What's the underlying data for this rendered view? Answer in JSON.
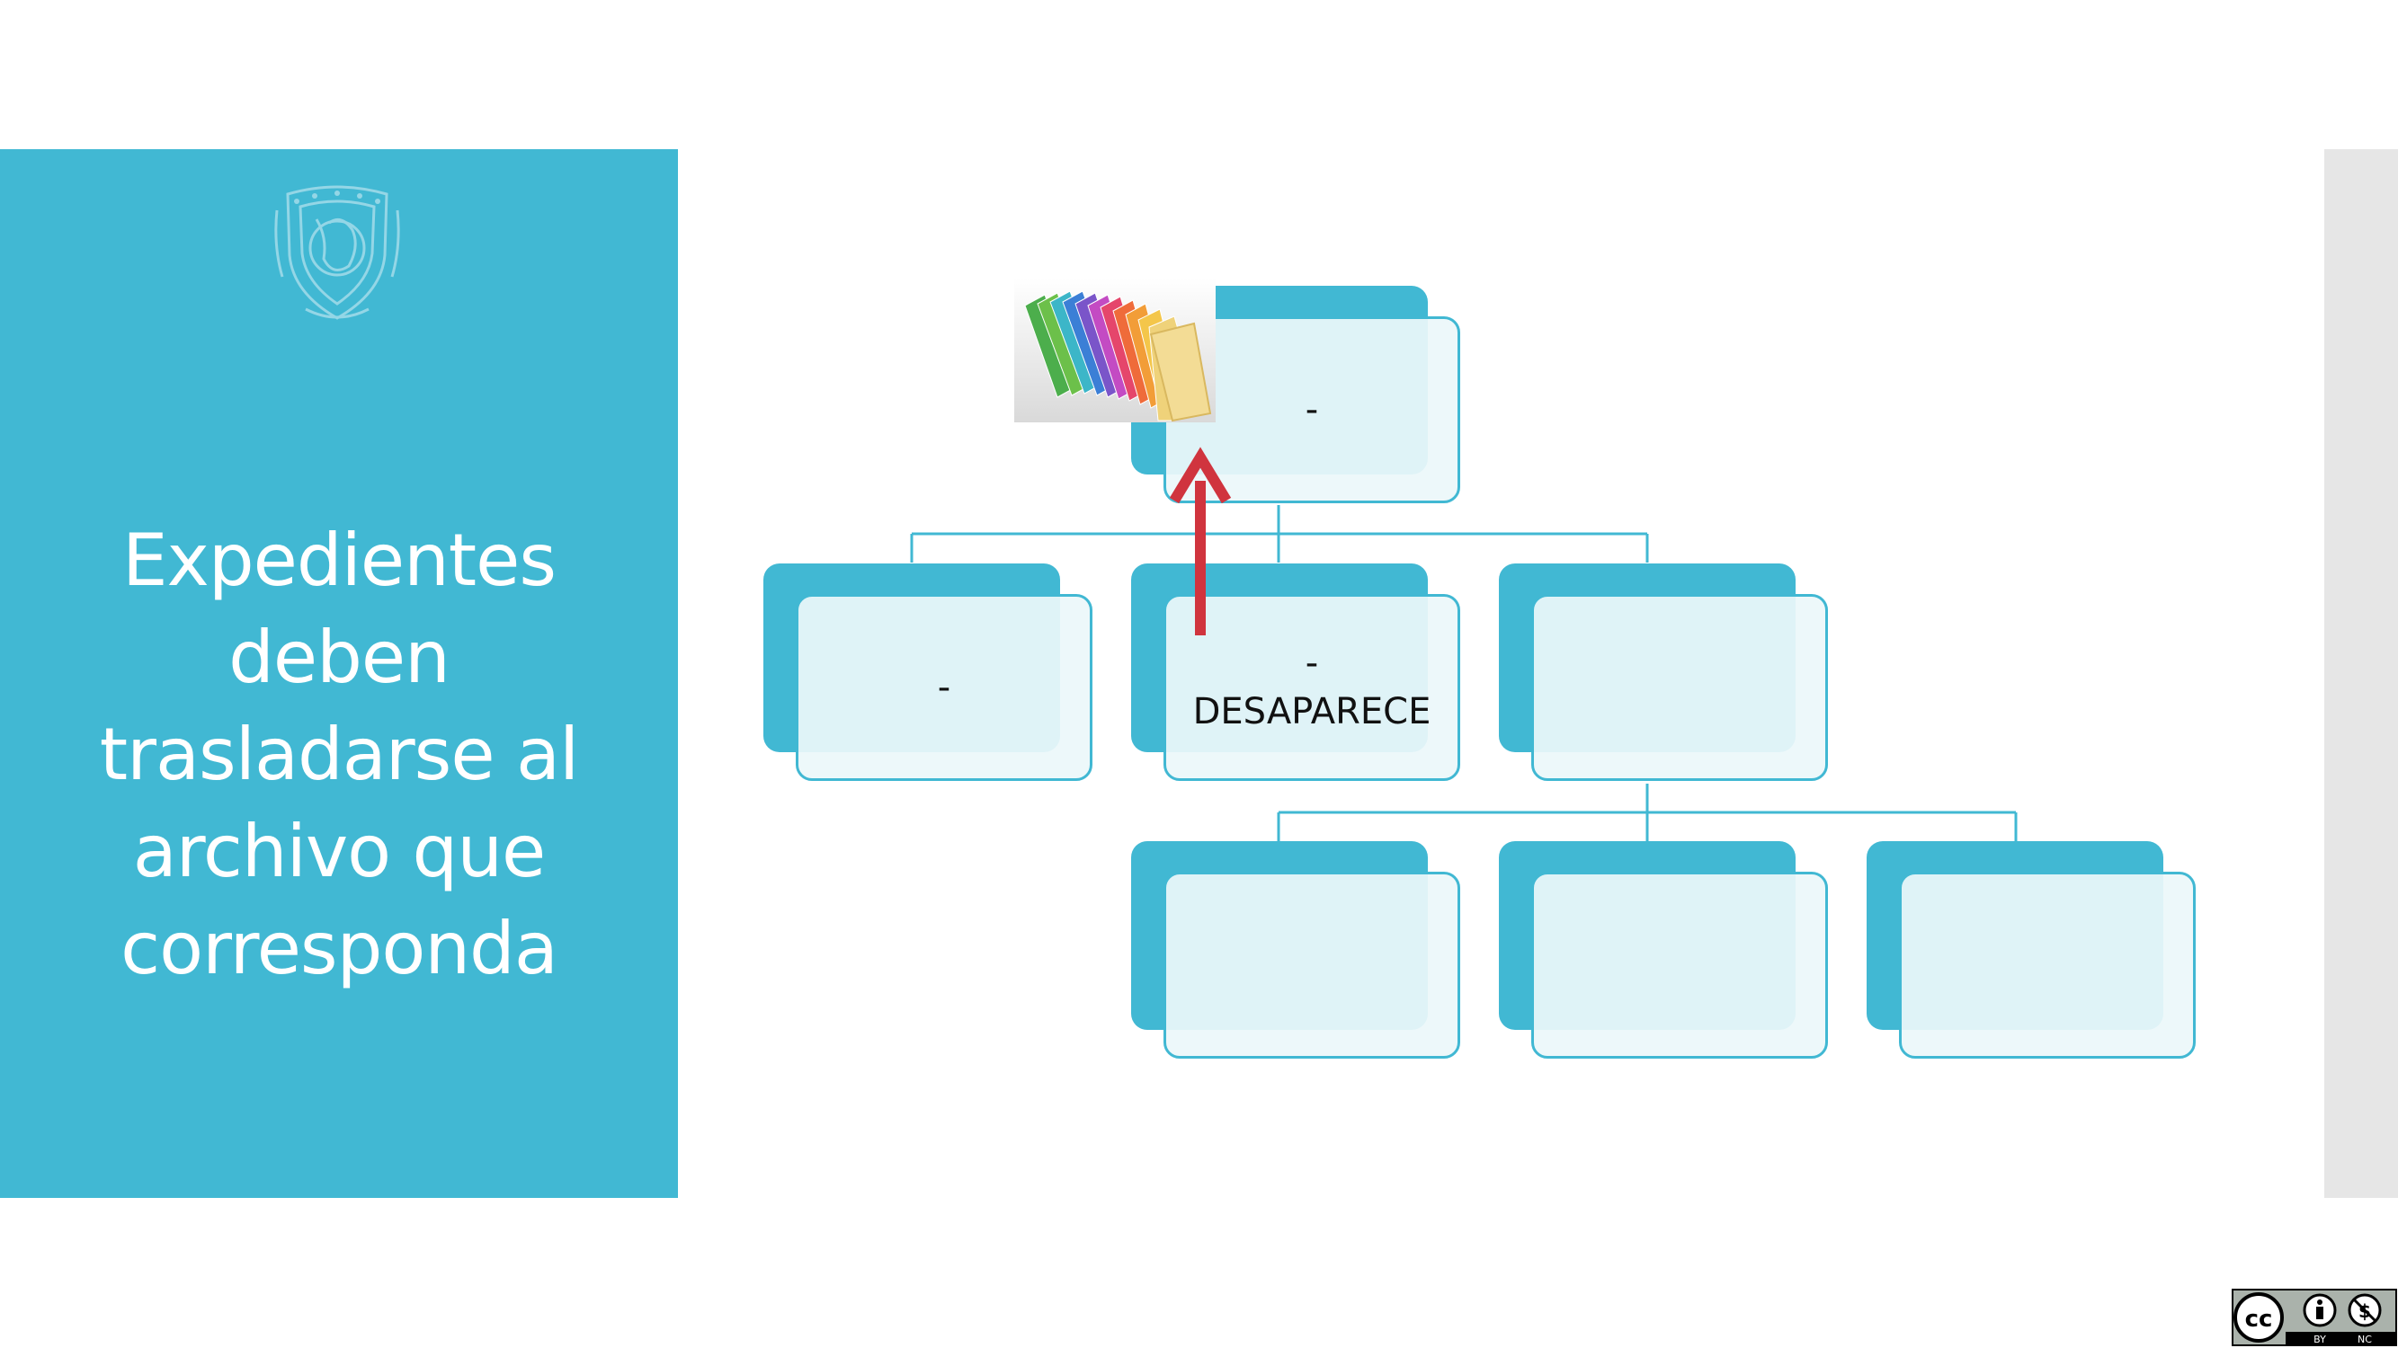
{
  "slide": {
    "title": "Expedientes deben trasladarse al archivo que corresponda"
  },
  "org_chart": {
    "root": {
      "lines": [
        "-"
      ]
    },
    "level2": [
      {
        "lines": [
          "-"
        ]
      },
      {
        "lines": [
          "-",
          "DESAPARECE"
        ]
      },
      {
        "lines": []
      }
    ],
    "level3": [
      {
        "lines": []
      },
      {
        "lines": []
      },
      {
        "lines": []
      }
    ]
  },
  "license_badge": {
    "labels": [
      "BY",
      "NC"
    ]
  },
  "colors": {
    "panel": "#41b8d3",
    "node_fill": "#ecf7fa",
    "arrow": "#d0343e",
    "strip": "#e6e6e6"
  },
  "icons": {
    "emblem": "unam-coat-of-arms-icon",
    "image": "colored-file-folders-image",
    "arrow": "arrow-up-icon",
    "license": "creative-commons-by-nc-icon"
  }
}
